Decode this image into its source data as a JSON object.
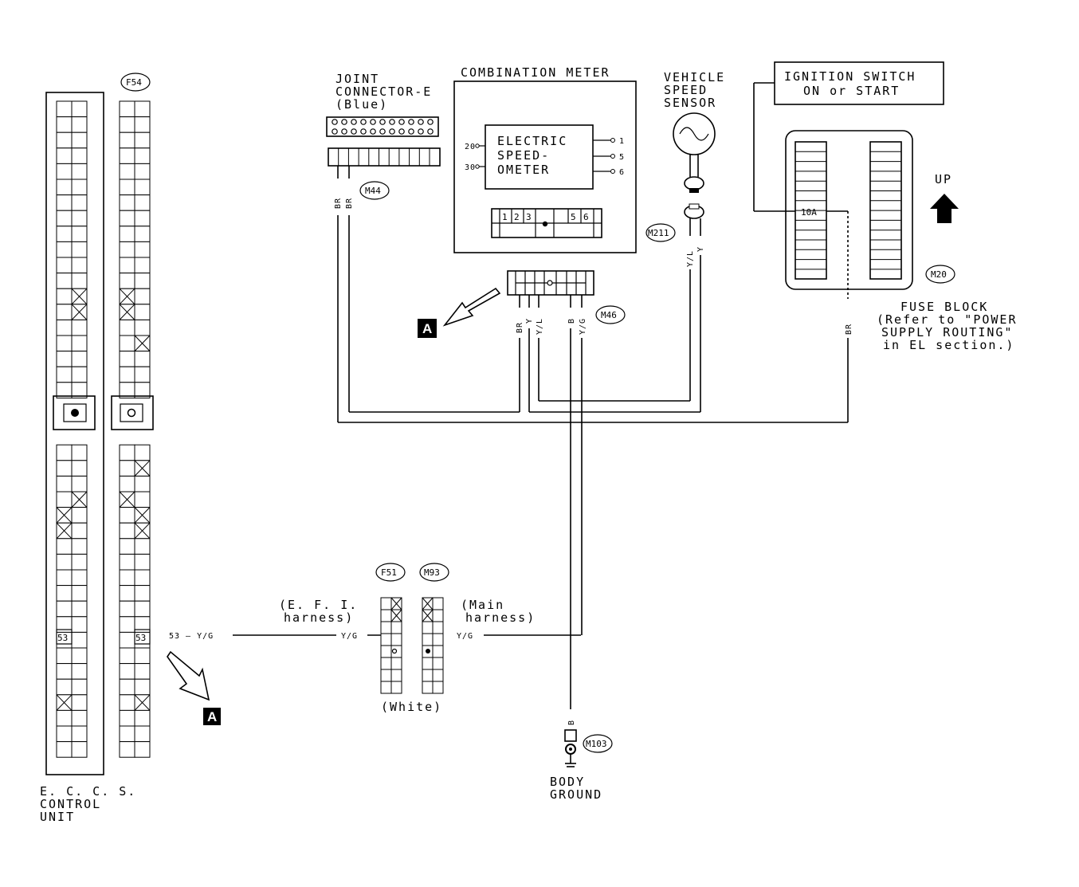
{
  "connector_tags": {
    "f54": "F54",
    "m44": "M44",
    "m46": "M46",
    "m211": "M211",
    "m20": "M20",
    "f51": "F51",
    "m93": "M93",
    "m103": "M103"
  },
  "components": {
    "ecm_label": [
      "E. C. C. S.",
      "CONTROL",
      "UNIT"
    ],
    "joint_connector": [
      "JOINT",
      "CONNECTOR-E",
      "(Blue)"
    ],
    "combination_meter": "COMBINATION METER",
    "speedometer": [
      "ELECTRIC",
      "SPEED-",
      "OMETER"
    ],
    "vehicle_speed_sensor": [
      "VEHICLE",
      "SPEED",
      "SENSOR"
    ],
    "ignition_switch": [
      "IGNITION SWITCH",
      "ON or START"
    ],
    "fuse_block": [
      "FUSE BLOCK",
      "(Refer to \"POWER",
      "SUPPLY ROUTING\"",
      "in EL section.)"
    ],
    "fuse_rating": "10A",
    "body_ground": [
      "BODY",
      "GROUND"
    ],
    "efi_harness": [
      "(E. F. I.",
      "harness)"
    ],
    "main_harness": [
      "(Main",
      "harness)"
    ],
    "white": "(White)",
    "up": "UP",
    "ref_a": "A"
  },
  "pins": {
    "ecm_pin": "53",
    "meter_left": [
      "20",
      "30"
    ],
    "meter_right": [
      "1",
      "5",
      "6"
    ],
    "meter_connector": [
      "1",
      "2",
      "3",
      "5",
      "6"
    ]
  },
  "wire_colors": {
    "br": "BR",
    "y": "Y",
    "yl": "Y/L",
    "b": "B",
    "yg": "Y/G",
    "ecm_wire": "53 — Y/G"
  }
}
